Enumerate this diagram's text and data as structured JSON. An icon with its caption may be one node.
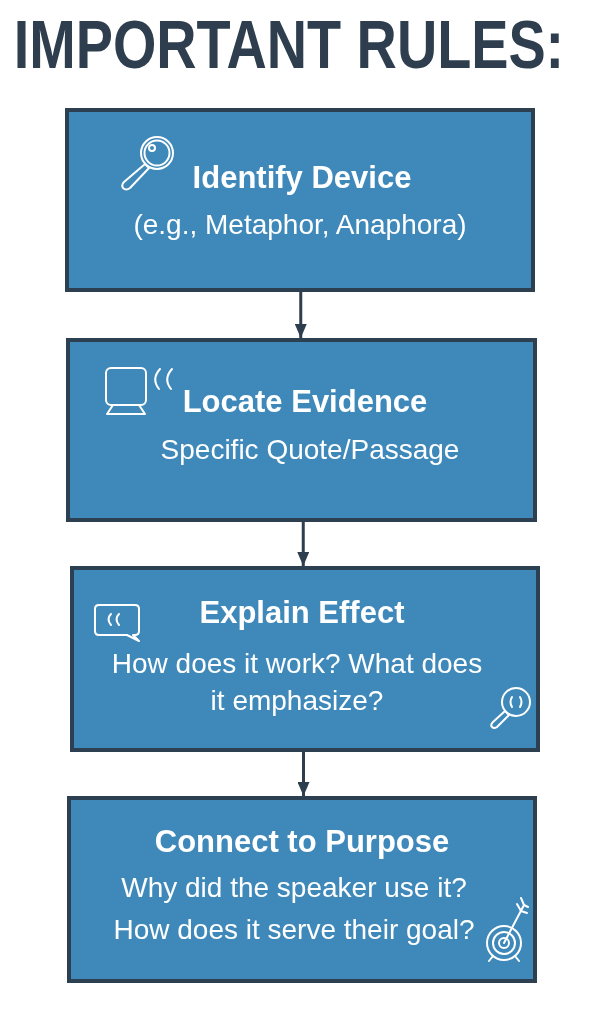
{
  "diagram": {
    "title": "IMPORTANT RULES:",
    "nodes": [
      {
        "text": [
          "Identify Device",
          "(e.g., Metaphor, Anaphora)"
        ]
      },
      {
        "text": [
          "Locate Evidence",
          "Specific Quote/Passage"
        ]
      },
      {
        "text": [
          "Explain Effect",
          "How does it work? What does it emphasize?"
        ]
      },
      {
        "text": [
          "Connect to Purpose",
          "Why did the speaker use it? How does it serve their goal?"
        ]
      }
    ],
    "edges": [
      {
        "from": 0,
        "to": 1,
        "arrow": "to"
      },
      {
        "from": 1,
        "to": 2,
        "arrow": "to"
      },
      {
        "from": 2,
        "to": 3,
        "arrow": "to"
      }
    ]
  }
}
